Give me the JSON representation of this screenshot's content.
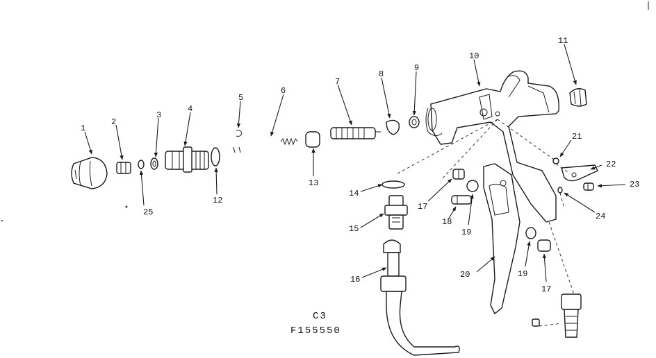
{
  "callouts": {
    "c1": "1",
    "c2": "2",
    "c3": "3",
    "c4": "4",
    "c5": "5",
    "c6": "6",
    "c7": "7",
    "c8": "8",
    "c9": "9",
    "c10": "10",
    "c11": "11",
    "c12": "12",
    "c13": "13",
    "c14": "14",
    "c15": "15",
    "c16": "16",
    "c17a": "17",
    "c17b": "17",
    "c18": "18",
    "c19a": "19",
    "c19b": "19",
    "c20": "20",
    "c21": "21",
    "c22": "22",
    "c23": "23",
    "c24": "24",
    "c25": "25"
  },
  "caption": {
    "line1": "C3",
    "line2": "F155550"
  }
}
